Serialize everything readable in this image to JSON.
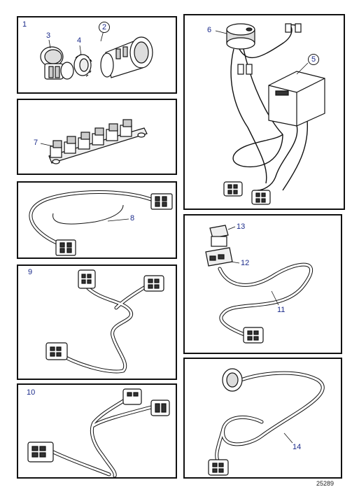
{
  "reference": "25289",
  "panels": [
    {
      "id": "p1",
      "label": "1",
      "callouts": [
        "2",
        "3",
        "4"
      ]
    },
    {
      "id": "p7",
      "callouts": [
        "7"
      ]
    },
    {
      "id": "p8",
      "callouts": [
        "8"
      ]
    },
    {
      "id": "p9",
      "label": "9"
    },
    {
      "id": "p10",
      "label": "10"
    },
    {
      "id": "p5",
      "callouts": [
        "5",
        "6"
      ]
    },
    {
      "id": "p11",
      "callouts": [
        "11",
        "12",
        "13"
      ]
    },
    {
      "id": "p14",
      "callouts": [
        "14"
      ]
    }
  ],
  "colors": {
    "line": "#111111",
    "label": "#1a2a8a",
    "fill": "#e6e6e6"
  }
}
